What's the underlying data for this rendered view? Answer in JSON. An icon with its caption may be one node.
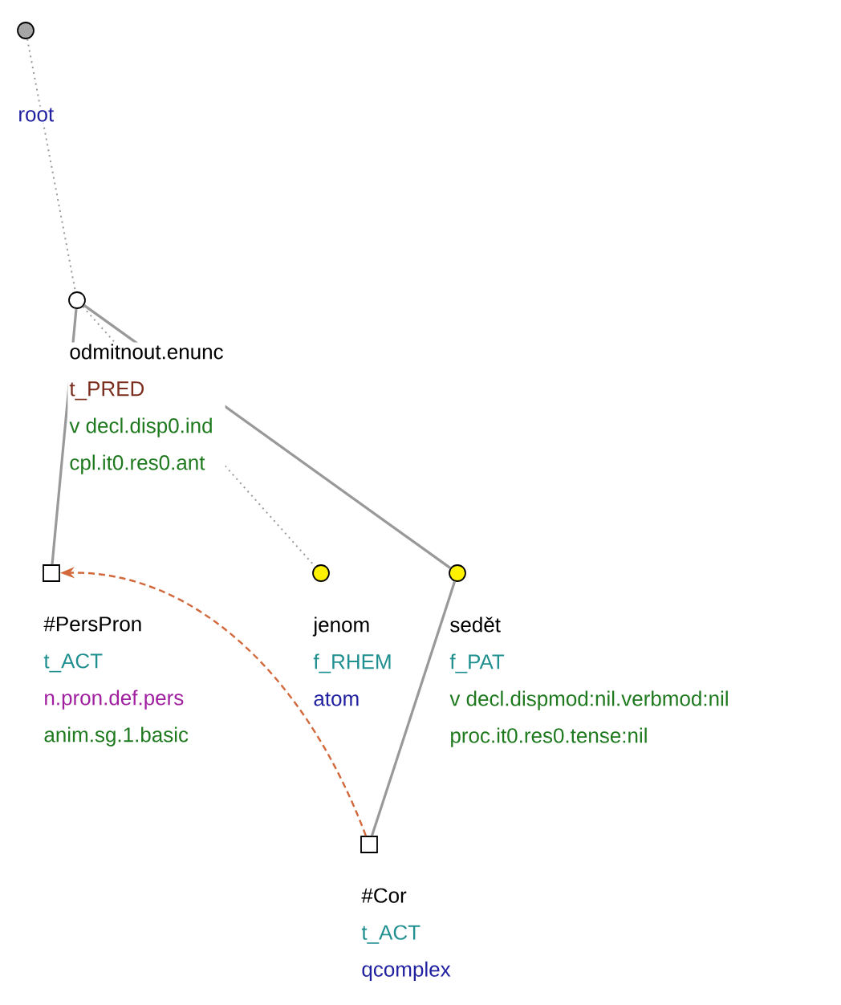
{
  "diagram": {
    "nodes": [
      {
        "text": [],
        "shape": "circle",
        "beside": [
          "root"
        ]
      },
      {
        "text": [],
        "shape": "circle",
        "beside": [
          "odmitnout.enunc",
          "t_PRED",
          "v decl.disp0.ind",
          "cpl.it0.res0.ant"
        ]
      },
      {
        "text": [],
        "shape": "box",
        "beside": [
          "#PersPron",
          "t_ACT",
          "n.pron.def.pers",
          "anim.sg.1.basic"
        ]
      },
      {
        "text": [],
        "shape": "circle",
        "beside": [
          "jenom",
          "f_RHEM",
          "atom"
        ]
      },
      {
        "text": [],
        "shape": "circle",
        "beside": [
          "sedět",
          "f_PAT",
          "v decl.dispmod:nil.verbmod:nil",
          "proc.it0.res0.tense:nil"
        ]
      },
      {
        "text": [],
        "shape": "box",
        "beside": [
          "#Cor",
          "t_ACT",
          "qcomplex"
        ]
      }
    ],
    "edges": [
      {
        "from": 0,
        "to": 1,
        "arrow": "none",
        "style": "dashed"
      },
      {
        "from": 1,
        "to": 2,
        "arrow": "none"
      },
      {
        "from": 1,
        "to": 3,
        "arrow": "none",
        "style": "dashed"
      },
      {
        "from": 1,
        "to": 4,
        "arrow": "none"
      },
      {
        "from": 4,
        "to": 5,
        "arrow": "none"
      },
      {
        "from": 5,
        "to": 2,
        "arrow": "to",
        "style": "dashed",
        "color": "#d2693c"
      }
    ]
  }
}
